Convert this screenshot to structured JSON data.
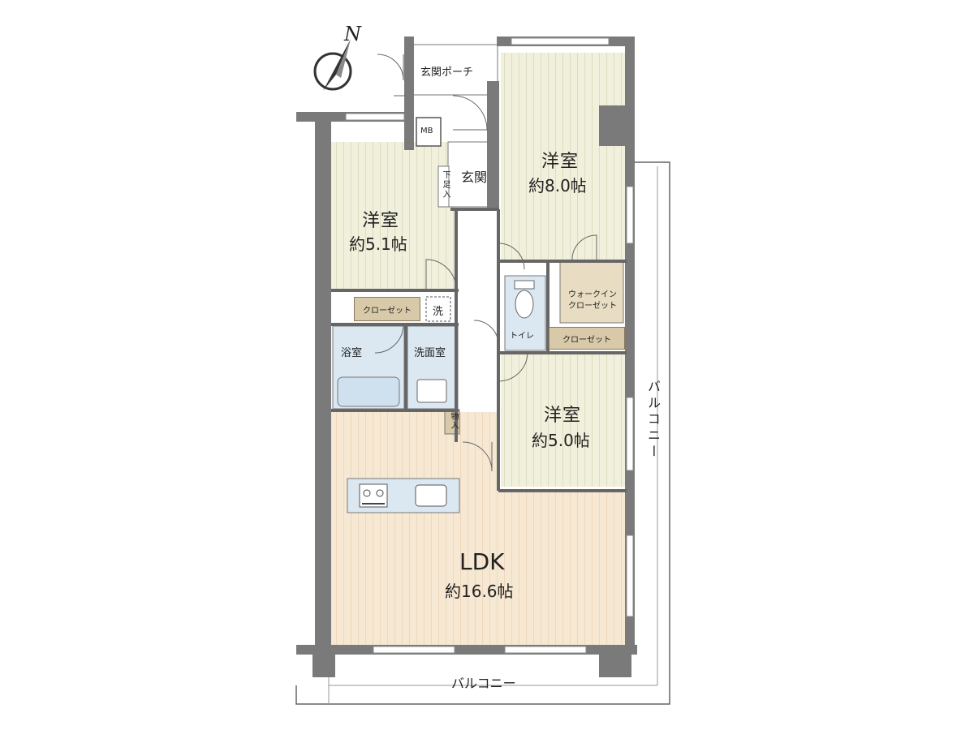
{
  "compass": {
    "label": "N"
  },
  "rooms": {
    "porch": {
      "name": "玄関ポーチ"
    },
    "mb": {
      "name": "MB"
    },
    "entrance": {
      "name": "玄関"
    },
    "shoe_storage": {
      "name": "下足入"
    },
    "western_a": {
      "name": "洋室",
      "area": "約5.1帖"
    },
    "western_b": {
      "name": "洋室",
      "area": "約8.0帖"
    },
    "western_c": {
      "name": "洋室",
      "area": "約5.0帖"
    },
    "closet_a": {
      "name": "クローゼット"
    },
    "closet_b": {
      "name": "クローゼット"
    },
    "wic": {
      "name_line1": "ウォークイン",
      "name_line2": "クローゼット"
    },
    "washer": {
      "name": "洗"
    },
    "bathroom": {
      "name": "浴室"
    },
    "washroom": {
      "name": "洗面室"
    },
    "toilet": {
      "name": "トイレ"
    },
    "storage": {
      "name": "物入"
    },
    "ldk": {
      "name": "LDK",
      "area": "約16.6帖"
    }
  },
  "balcony_right": {
    "name": "バルコニー"
  },
  "balcony_bottom": {
    "name": "バルコニー"
  },
  "colors": {
    "wall": "#7a7a7a",
    "room_fill": "#f1f0dc",
    "ldk_fill": "#f6e8d2",
    "closet_fill": "#d8c9a9",
    "wet_fill": "#dbe8f2",
    "line": "#555555"
  }
}
